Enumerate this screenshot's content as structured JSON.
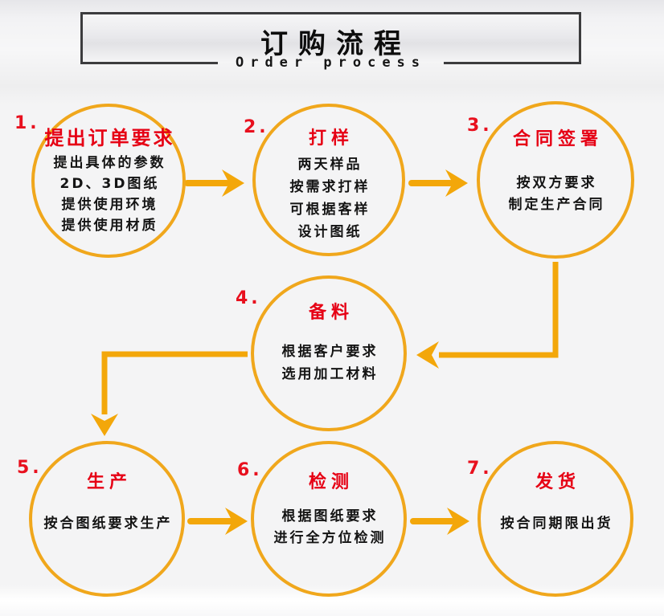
{
  "header": {
    "title": "订购流程",
    "subtitle": "Order process"
  },
  "steps": [
    {
      "number": "1.",
      "title": "提出订单要求",
      "lines": [
        "提出具体的参数",
        "2D、3D图纸",
        "提供使用环境",
        "提供使用材质"
      ]
    },
    {
      "number": "2.",
      "title": "打样",
      "lines": [
        "两天样品",
        "按需求打样",
        "可根据客样",
        "设计图纸"
      ]
    },
    {
      "number": "3.",
      "title": "合同签署",
      "lines": [
        "按双方要求",
        "制定生产合同"
      ]
    },
    {
      "number": "4.",
      "title": "备料",
      "lines": [
        "根据客户要求",
        "选用加工材料"
      ]
    },
    {
      "number": "5.",
      "title": "生产",
      "lines": [
        "按合图纸要求生产"
      ]
    },
    {
      "number": "6.",
      "title": "检测",
      "lines": [
        "根据图纸要求",
        "进行全方位检测"
      ]
    },
    {
      "number": "7.",
      "title": "发货",
      "lines": [
        "按合同期限出货"
      ]
    }
  ],
  "colors": {
    "accent_orange": "#f3a70a",
    "circle_border_orange": "#f0a71c",
    "title_red": "#e60014",
    "number_red": "#e8101e",
    "header_border_dark": "#3c3c3e",
    "body_text": "#141414"
  }
}
